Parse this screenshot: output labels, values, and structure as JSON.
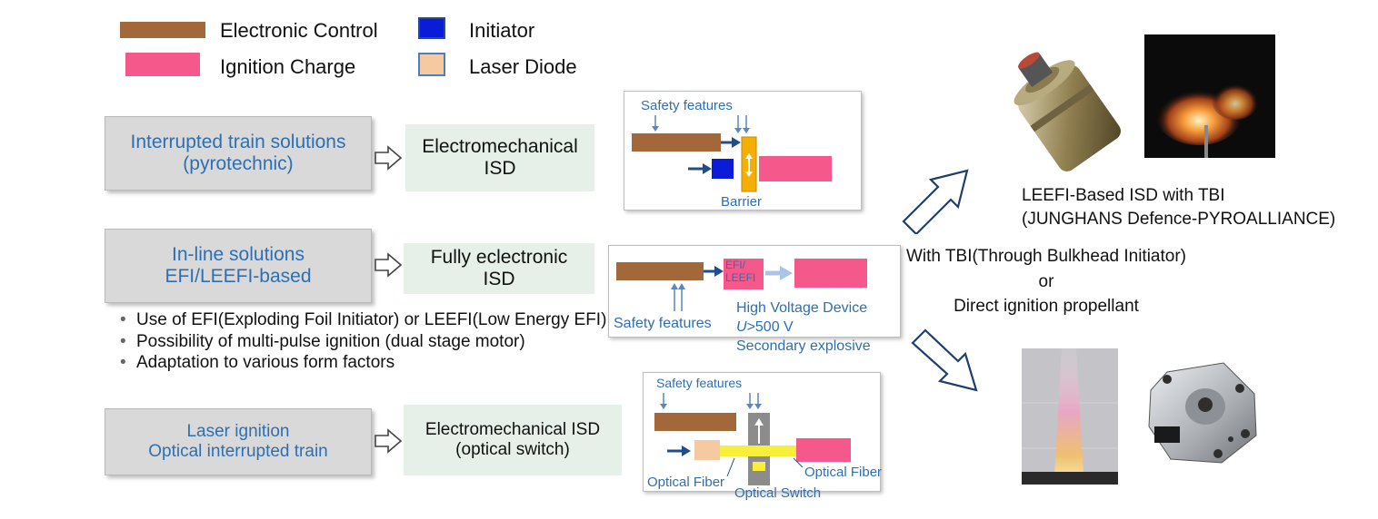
{
  "legend": {
    "electronic_control": "Electronic Control",
    "initiator": "Initiator",
    "ignition_charge": "Ignition Charge",
    "laser_diode": "Laser Diode"
  },
  "colors": {
    "electronic_control": "#a2683a",
    "initiator": "#0a1cd8",
    "ignition_charge": "#f5588b",
    "laser_diode": "#f6caa0",
    "barrier": "#f4b000",
    "arrow_blue": "#1f4e8c",
    "text_blue": "#2e6fb2"
  },
  "rows": {
    "row1": {
      "solution": [
        "Interrupted train solutions",
        "(pyrotechnic)"
      ],
      "isd": [
        "Electromechanical",
        "ISD"
      ],
      "diagram": {
        "safety_features": "Safety features",
        "barrier": "Barrier"
      }
    },
    "row2": {
      "solution": [
        "In-line solutions",
        "EFI/LEEFI-based"
      ],
      "isd": [
        "Fully eclectronic",
        "ISD"
      ],
      "diagram": {
        "efi_label": [
          "EFI/",
          "LEEFI"
        ],
        "safety_features": "Safety features",
        "hv_device": "High Voltage Device",
        "voltage_symbol": "U",
        "voltage_value": ">500 V",
        "secondary_explosive": "Secondary explosive"
      },
      "bullets": [
        "Use of EFI(Exploding Foil Initiator) or LEEFI(Low Energy EFI)",
        "Possibility of multi-pulse ignition (dual stage motor)",
        "Adaptation to various form factors"
      ]
    },
    "row3": {
      "solution": [
        "Laser ignition",
        "Optical interrupted train"
      ],
      "isd": [
        "Electromechanical ISD",
        "(optical switch)"
      ],
      "diagram": {
        "safety_features": "Safety features",
        "optical_fiber_left": "Optical Fiber",
        "optical_fiber_right": "Optical Fiber",
        "optical_switch": "Optical Switch"
      }
    }
  },
  "right": {
    "caption_top": [
      "LEEFI-Based ISD with TBI",
      "(JUNGHANS Defence-PYROALLIANCE)"
    ],
    "middle_text": [
      "With TBI(Through Bulkhead Initiator)",
      "or",
      "Direct ignition propellant"
    ]
  }
}
